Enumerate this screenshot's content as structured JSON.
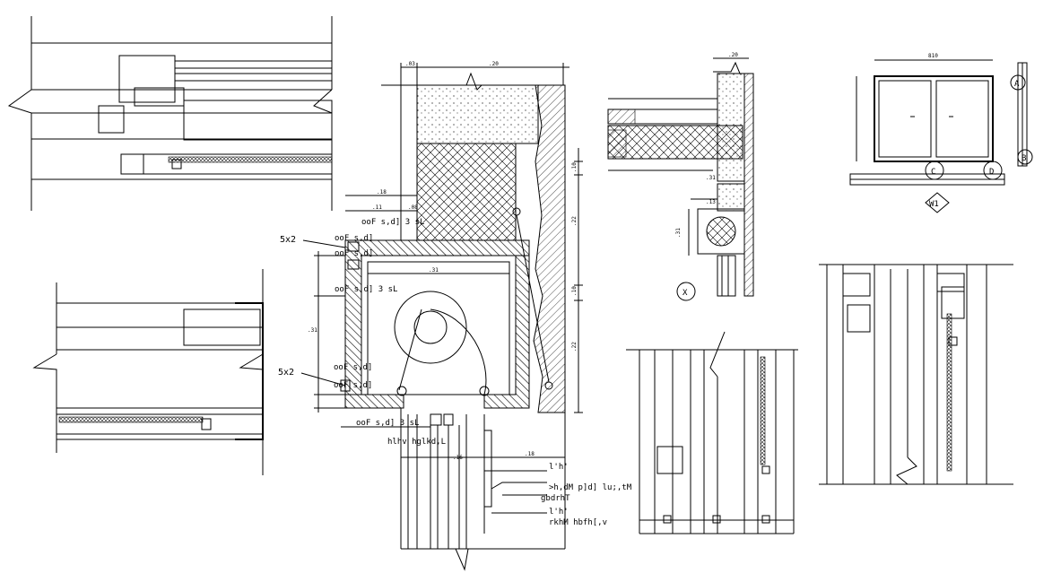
{
  "drawing": {
    "background": "#ffffff",
    "stroke_color": "#000000"
  },
  "section_labels": {
    "fixing": "ooF s,d] 3 sL",
    "bracket_top": "ooF s,d]",
    "bracket_top2": "ooF s,d]",
    "fixing_mid": "ooF s,d] 3 sL",
    "bracket_low": "ooF s,d]",
    "bracket_low2": "ooF s,d]",
    "fixing_bottom": "ooF s,d] 3 sL",
    "guide": "hlhv hglkd,L",
    "size_top": "5x2",
    "size_low": "5x2"
  },
  "callouts": {
    "c1": "l'h'",
    "c2": ">h,dM p]d] lu;,tM",
    "c3": "gbdrhT",
    "c4": "l'h'",
    "c5": "rkhM hbfh[,v"
  },
  "dimensions": {
    "d_03": ".03",
    "d_20": ".20",
    "d_18": ".18",
    "d_11": ".11",
    "d_08": ".08",
    "d_31": ".31",
    "d_31v": ".31",
    "d_10": ".10",
    "d_22": ".22",
    "d_10b": ".10",
    "d_22b": ".22",
    "d_18b": ".18",
    "d_16": ".16",
    "c_20": ".20",
    "c_31": ".31",
    "c_13": ".13",
    "c_31v": ".31",
    "e_810": "810",
    "e_w": "W1"
  },
  "detail_markers": {
    "x_mark": "X",
    "elev_a": "A",
    "elev_b": "B",
    "elev_c": "C",
    "elev_d": "D"
  }
}
